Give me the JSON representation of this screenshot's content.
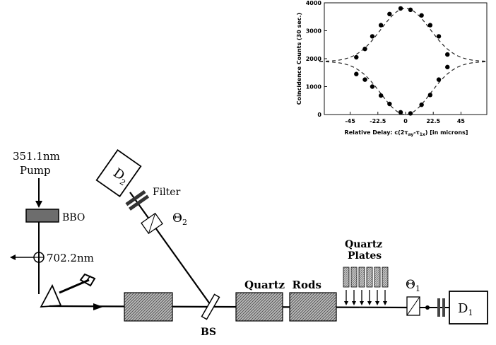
{
  "inset_chart": {
    "ylabel": "Coincidence Counts (30 sec.)",
    "xlabel_prefix": "Relative Delay:  c(2",
    "xlabel_tau1": "τ",
    "xlabel_sub1": "ay",
    "xlabel_minus": "-",
    "xlabel_tau2": "τ",
    "xlabel_sub2": "1x",
    "xlabel_suffix": ")  [in microns]",
    "x_ticks": [
      "-45",
      "-22.5",
      "0",
      "22.5",
      "45"
    ],
    "y_ticks": [
      "0",
      "1000",
      "2000",
      "3000",
      "4000"
    ]
  },
  "chart_data": {
    "type": "scatter",
    "xlim": [
      -66,
      66
    ],
    "ylim": [
      0,
      4000
    ],
    "x_ticks": [
      -45,
      -22.5,
      0,
      22.5,
      45
    ],
    "y_ticks": [
      0,
      1000,
      2000,
      3000,
      4000
    ],
    "series": [
      {
        "points": [
          [
            -40,
            2050
          ],
          [
            -33,
            2350
          ],
          [
            -27,
            2800
          ],
          [
            -20,
            3200
          ],
          [
            -13,
            3600
          ],
          [
            -4,
            3800
          ],
          [
            4,
            3750
          ],
          [
            13,
            3550
          ],
          [
            20,
            3200
          ],
          [
            27,
            2800
          ],
          [
            34,
            2150
          ]
        ]
      },
      {
        "points": [
          [
            -40,
            1450
          ],
          [
            -33,
            1250
          ],
          [
            -27,
            1000
          ],
          [
            -20,
            680
          ],
          [
            -13,
            380
          ],
          [
            -4,
            80
          ],
          [
            4,
            40
          ],
          [
            13,
            350
          ],
          [
            20,
            700
          ],
          [
            27,
            1250
          ],
          [
            34,
            1700
          ]
        ]
      }
    ],
    "fit_curves": "dashed",
    "baseline": 1900
  },
  "diagram": {
    "pump_line1": "351.1nm",
    "pump_line2": "Pump",
    "bbo": "BBO",
    "wavelength_out": "702.2nm",
    "detector_2_letter": "D",
    "detector_2_sub": "2",
    "filter": "Filter",
    "theta2_symbol": "Θ",
    "theta2_sub": "2",
    "quartz_rods": "Quartz  Rods",
    "quartz_plates_line1": "Quartz",
    "quartz_plates_line2": "Plates",
    "theta1_symbol": "Θ",
    "theta1_sub": "1",
    "detector_1_letter": "D",
    "detector_1_sub": "1",
    "beamsplitter": "BS"
  }
}
